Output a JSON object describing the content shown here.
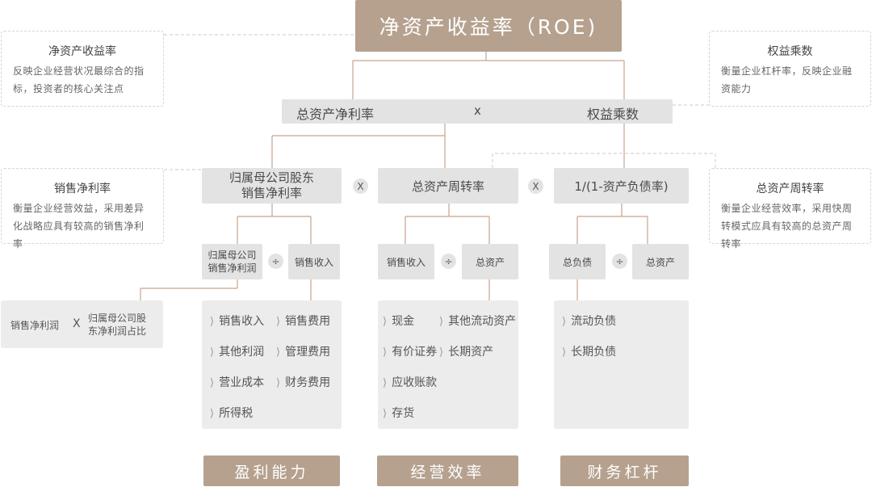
{
  "title": "净资产收益率（ROE)",
  "notes": {
    "roe": {
      "title": "净资产收益率",
      "desc": "反映企业经营状况最综合的指标，投资者的核心关注点"
    },
    "equity_multiplier": {
      "title": "权益乘数",
      "desc": "衡量企业杠杆率，反映企业融资能力"
    },
    "net_margin": {
      "title": "销售净利率",
      "desc": "衡量企业经营效益，采用差异化战略应具有较高的销售净利率"
    },
    "asset_turnover": {
      "title": "总资产周转率",
      "desc": "衡量企业经营效率，采用快周转模式应具有较高的总资产周转率"
    }
  },
  "level1": {
    "left": "总资产净利率",
    "op": "x",
    "right": "权益乘数"
  },
  "level2": {
    "net_margin": "归属母公司股东\n销售净利率",
    "op1": "X",
    "turnover": "总资产周转率",
    "op2": "X",
    "leverage": "1/(1-资产负债率)"
  },
  "level3": {
    "a1": "归属母公司\n销售净利润",
    "a_op": "÷",
    "a2": "销售收入",
    "b1": "销售收入",
    "b_op": "÷",
    "b2": "总资产",
    "c1": "总负债",
    "c_op": "÷",
    "c2": "总资产"
  },
  "side_formula": {
    "left": "销售净利润",
    "op": "X",
    "right": "归属母公司股\n东净利润占比"
  },
  "lists": {
    "profit": [
      "销售收入",
      "销售费用",
      "其他利润",
      "管理费用",
      "营业成本",
      "财务费用",
      "所得税"
    ],
    "efficiency": [
      "现金",
      "其他流动资产",
      "有价证券",
      "长期资产",
      "应收账款",
      "存货"
    ],
    "leverage": [
      "流动负债",
      "长期负债"
    ]
  },
  "categories": [
    "盈利能力",
    "经营效率",
    "财务杠杆"
  ],
  "colors": {
    "accent": "#a79380",
    "tan": "#b5a18e",
    "box": "#e3e3e3",
    "panel": "#ececec",
    "line": "#c9a48d"
  }
}
